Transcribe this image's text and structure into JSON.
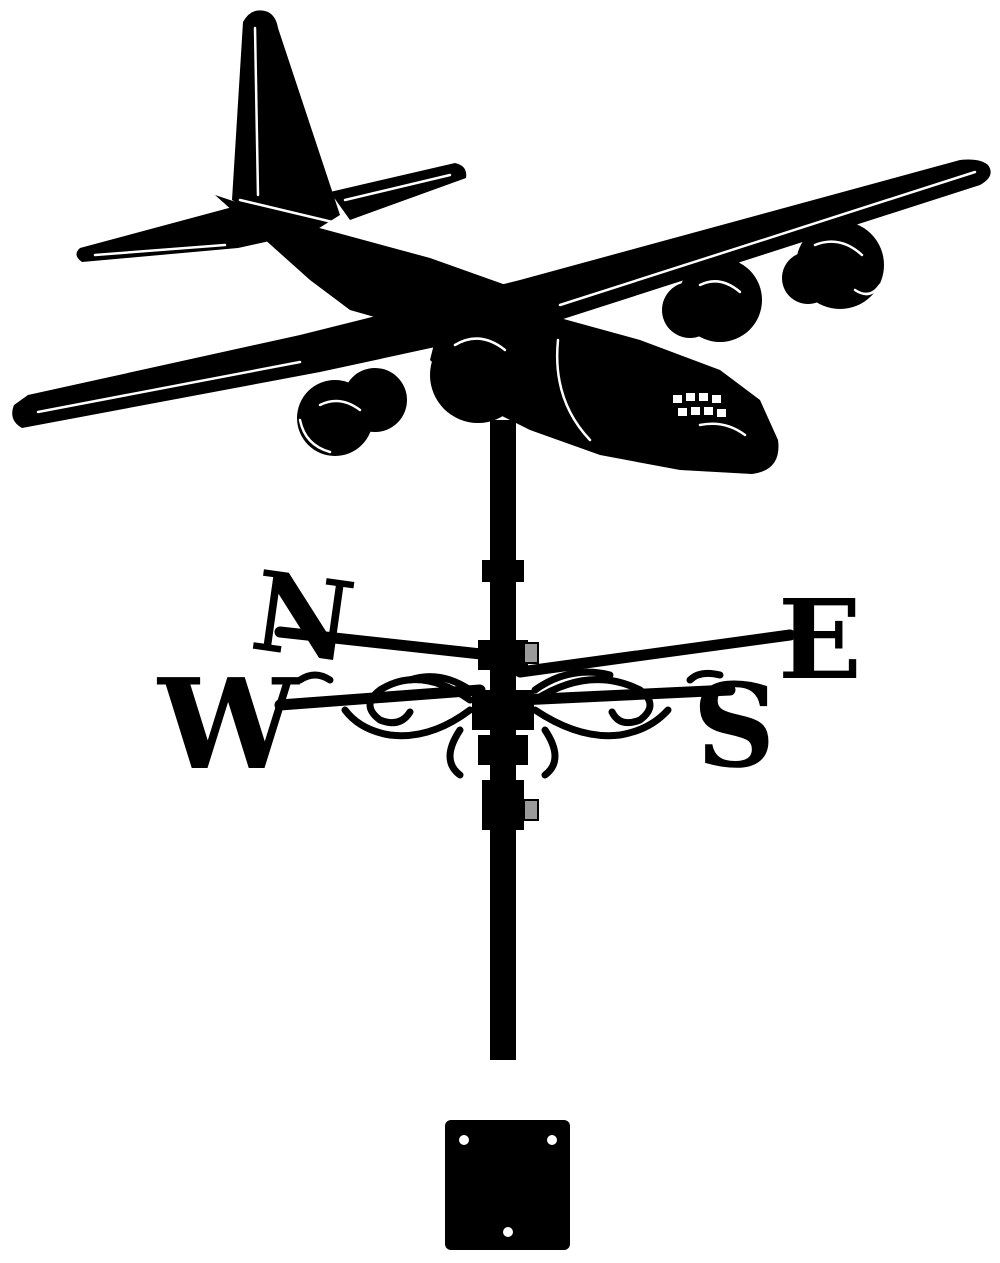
{
  "colors": {
    "background": "#ffffff",
    "metal": "#000000",
    "highlight": "#ffffff",
    "bolt": "#9a9a9a"
  },
  "compass": {
    "north": "N",
    "south": "S",
    "east": "E",
    "west": "W"
  }
}
